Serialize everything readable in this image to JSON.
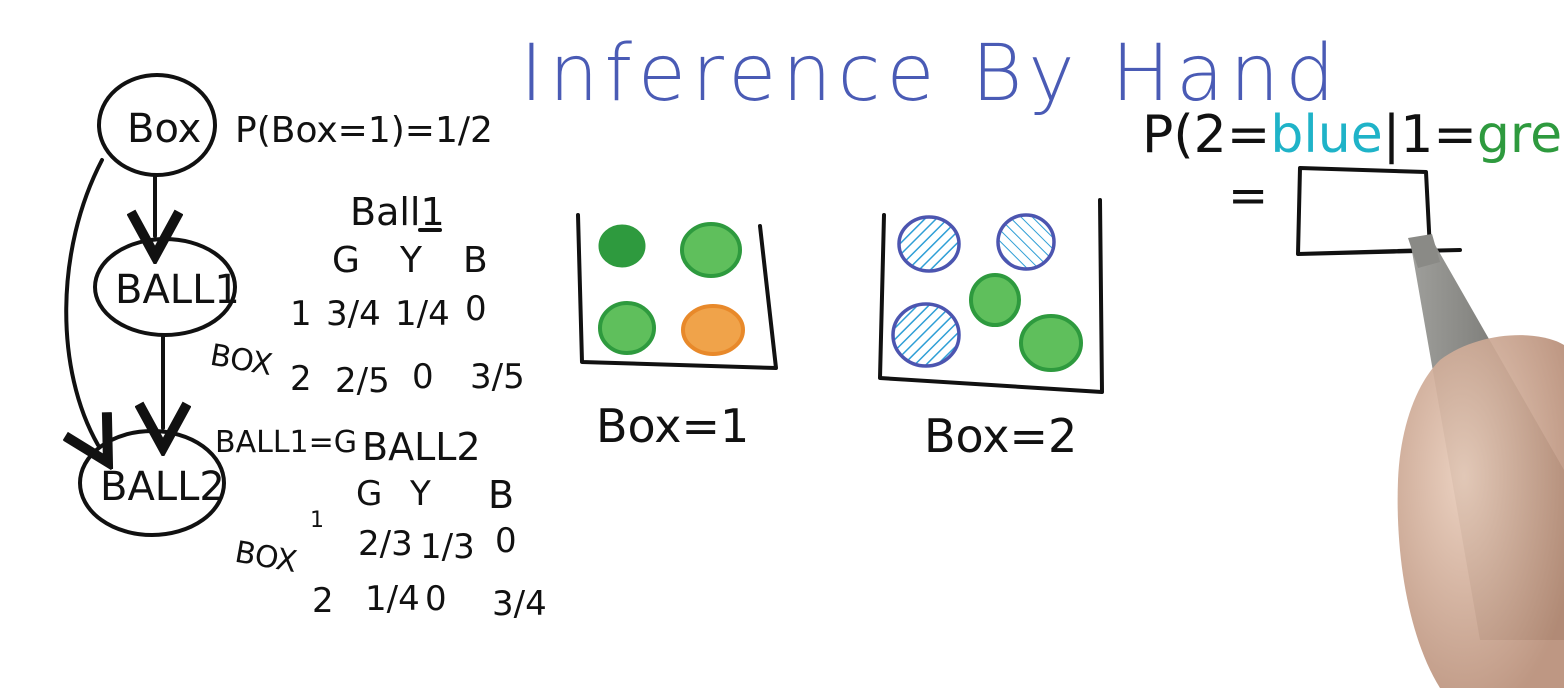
{
  "title": "Inference By Hand",
  "colors": {
    "ink": "#111111",
    "title_ink": "#4a5bb5",
    "green": "#2e9a3e",
    "orange": "#e8892a",
    "blue_hatch": "#2f9fd6",
    "blue_outline": "#4c55b0",
    "teal_text": "#1fb3c8",
    "green_text": "#2e9a3e"
  },
  "network": {
    "nodes": [
      "Box",
      "BALL1",
      "BALL2"
    ],
    "prior": "P(Box=1)=1/2"
  },
  "table1": {
    "title": "Ball1",
    "columns": [
      "G",
      "Y",
      "B"
    ],
    "row_header": "BOX",
    "rows": [
      {
        "label": "1",
        "values": [
          "3/4",
          "1/4",
          "0"
        ]
      },
      {
        "label": "2",
        "values": [
          "2/5",
          "0",
          "3/5"
        ]
      }
    ]
  },
  "table2": {
    "title": "BALL2",
    "condition": "BALL1=G",
    "columns": [
      "G",
      "Y",
      "B"
    ],
    "row_header": "BOX",
    "rows": [
      {
        "label": "1",
        "values": [
          "2/3",
          "1/3",
          "0"
        ]
      },
      {
        "label": "2",
        "values": [
          "1/4",
          "0",
          "3/4"
        ]
      }
    ]
  },
  "boxes": [
    {
      "label": "Box=1",
      "balls": [
        "green",
        "green",
        "green",
        "orange"
      ]
    },
    {
      "label": "Box=2",
      "balls": [
        "blue",
        "blue",
        "green",
        "blue",
        "green"
      ]
    }
  ],
  "query": {
    "prefix": "P(2=",
    "blue_word": "blue",
    "middle": "|1=",
    "green_word": "green",
    "suffix": ")",
    "equals": "="
  }
}
